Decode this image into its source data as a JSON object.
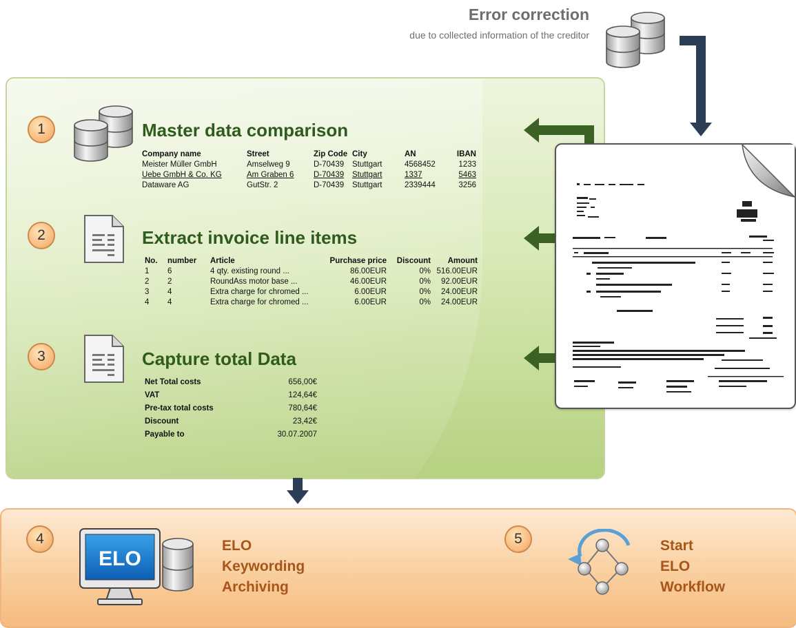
{
  "error_correction": {
    "title": "Error correction",
    "subtitle": "due to collected information of the creditor"
  },
  "steps": [
    {
      "number": "1",
      "title": "Master data comparison"
    },
    {
      "number": "2",
      "title": "Extract invoice line items"
    },
    {
      "number": "3",
      "title": "Capture total Data"
    },
    {
      "number": "4",
      "lines": [
        "ELO",
        "Keywording",
        "Archiving"
      ]
    },
    {
      "number": "5",
      "lines": [
        "Start",
        "ELO",
        "Workflow"
      ]
    }
  ],
  "master_table": {
    "headers": [
      "Company name",
      "Street",
      "Zip Code",
      "City",
      "AN",
      "IBAN"
    ],
    "rows": [
      [
        "Meister Müller GmbH",
        "Amselweg 9",
        "D-70439",
        "Stuttgart",
        "4568452",
        "1233"
      ],
      [
        "Uebe GmbH & Co. KG",
        "Am Graben 6",
        "D-70439",
        "Stuttgart",
        "1337",
        "5463"
      ],
      [
        "Dataware AG",
        "GutStr. 2",
        "D-70439",
        "Stuttgart",
        "2339444",
        "3256"
      ]
    ]
  },
  "line_items": {
    "headers": [
      "No.",
      "number",
      "Article",
      "Purchase price",
      "Discount",
      "Amount"
    ],
    "rows": [
      [
        "1",
        "6",
        "4 qty. existing round ...",
        "86.00EUR",
        "0%",
        "516.00EUR"
      ],
      [
        "2",
        "2",
        "RoundAss motor base ...",
        "46.00EUR",
        "0%",
        "92.00EUR"
      ],
      [
        "3",
        "4",
        "Extra charge for chromed ...",
        "6.00EUR",
        "0%",
        "24.00EUR"
      ],
      [
        "4",
        "4",
        "Extra charge for chromed ...",
        "6.00EUR",
        "0%",
        "24.00EUR"
      ]
    ]
  },
  "totals": [
    {
      "label": "Net Total costs",
      "value": "656,00€"
    },
    {
      "label": "VAT",
      "value": "124,64€"
    },
    {
      "label": "Pre-tax total costs",
      "value": "780,64€"
    },
    {
      "label": "Discount",
      "value": "23,42€"
    },
    {
      "label": "Payable to",
      "value": "30.07.2007"
    }
  ],
  "monitor_label": "ELO",
  "icons": {
    "database": "database-icon",
    "document": "document-icon",
    "monitor": "monitor-icon",
    "workflow": "workflow-icon",
    "invoice": "invoice-document-icon"
  },
  "colors": {
    "green_heading": "#2f5c1d",
    "orange_heading": "#a8551a",
    "arrow_green": "#3b6224",
    "arrow_navy": "#2c3e55",
    "step_circle": "#f8b77a"
  }
}
